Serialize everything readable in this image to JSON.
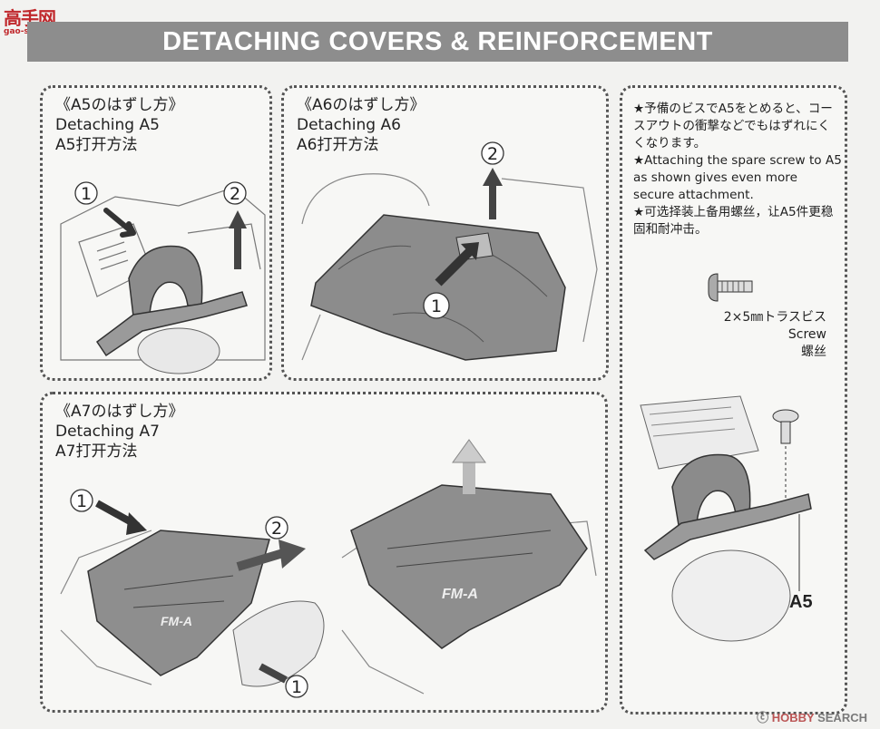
{
  "site_logo": {
    "name": "高手网",
    "url": "gao-shou.com"
  },
  "banner": {
    "title": "DETACHING COVERS & REINFORCEMENT"
  },
  "panel_a5": {
    "jp": "《A5のはずし方》",
    "en": "Detaching A5",
    "cn": "A5打开方法",
    "step1": "1",
    "step2": "2"
  },
  "panel_a6": {
    "jp": "《A6のはずし方》",
    "en": "Detaching A6",
    "cn": "A6打开方法",
    "step1": "1",
    "step2": "2"
  },
  "panel_a7": {
    "jp": "《A7のはずし方》",
    "en": "Detaching A7",
    "cn": "A7打开方法",
    "step1": "1",
    "step2": "2",
    "step3": "1"
  },
  "tip_panel": {
    "jp": "★予備のビスでA5をとめると、コースアウトの衝撃などでもはずれにくくなります。",
    "en": "★Attaching the spare screw to A5 as shown gives even more secure attachment.",
    "cn": "★可选择装上备用螺丝，让A5件更稳固和耐冲击。",
    "screw_jp": "2×5㎜トラスビス",
    "screw_en": "Screw",
    "screw_cn": "螺丝",
    "part_label": "A5"
  },
  "watermark": {
    "mark": "ⓒ",
    "brand": "HOBBY",
    "suffix": "SEARCH"
  }
}
